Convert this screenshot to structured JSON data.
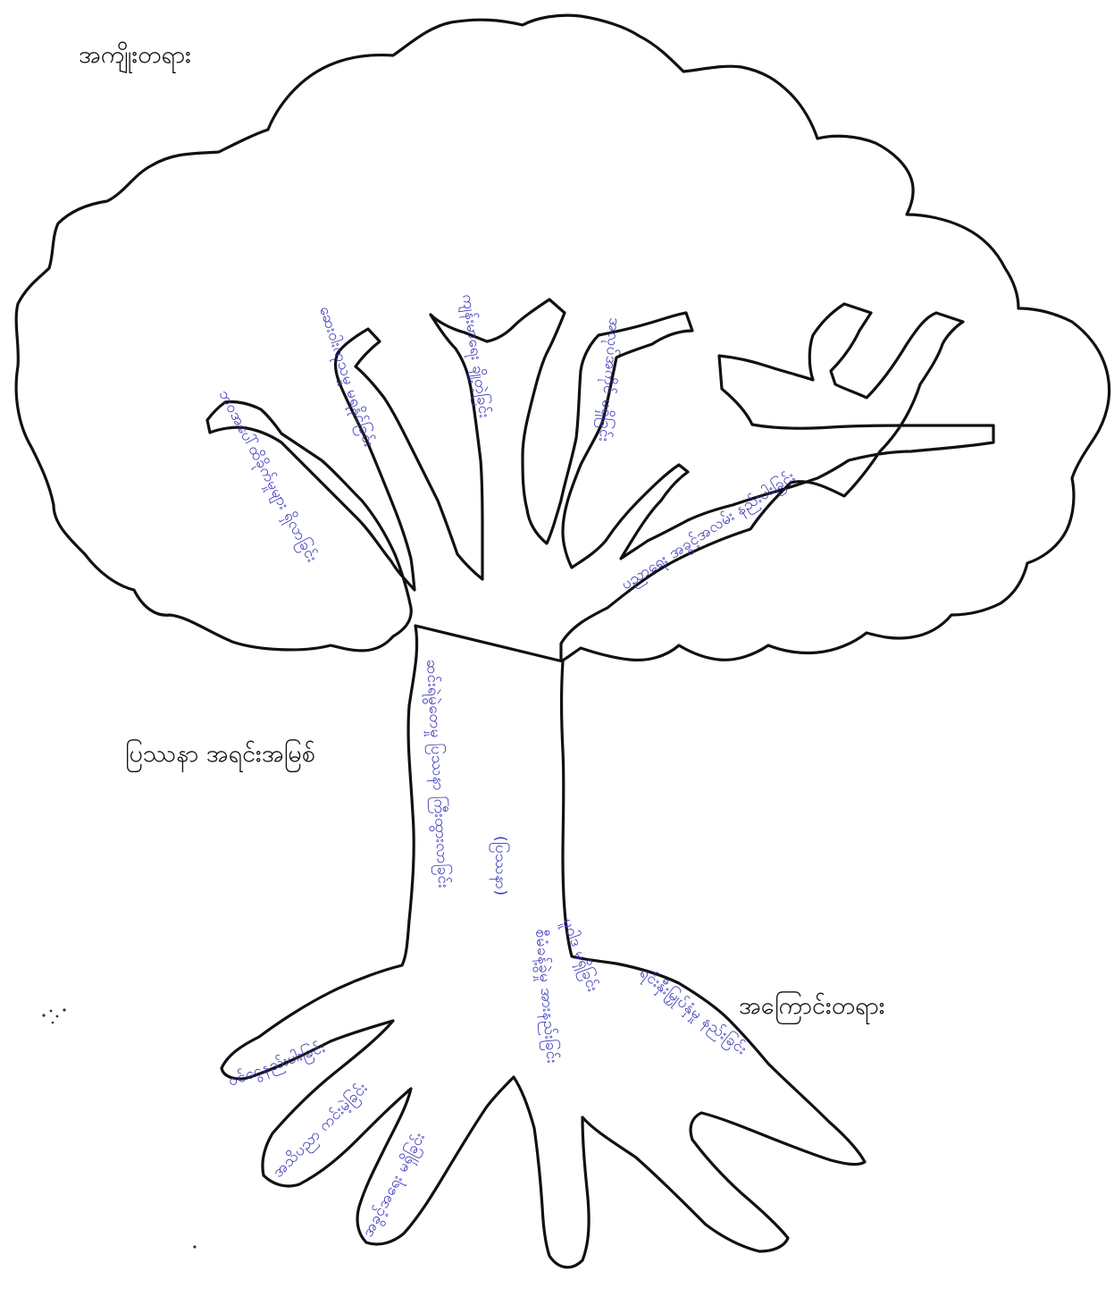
{
  "labels": {
    "effects": "အကျိုးတရား",
    "core_problem": "ပြဿနာ အရင်းအမြစ်",
    "causes": "အကြောင်းတရား"
  },
  "colors": {
    "outline": "#111111",
    "handwriting_ink": "#3a36b8",
    "background": "#ffffff"
  }
}
